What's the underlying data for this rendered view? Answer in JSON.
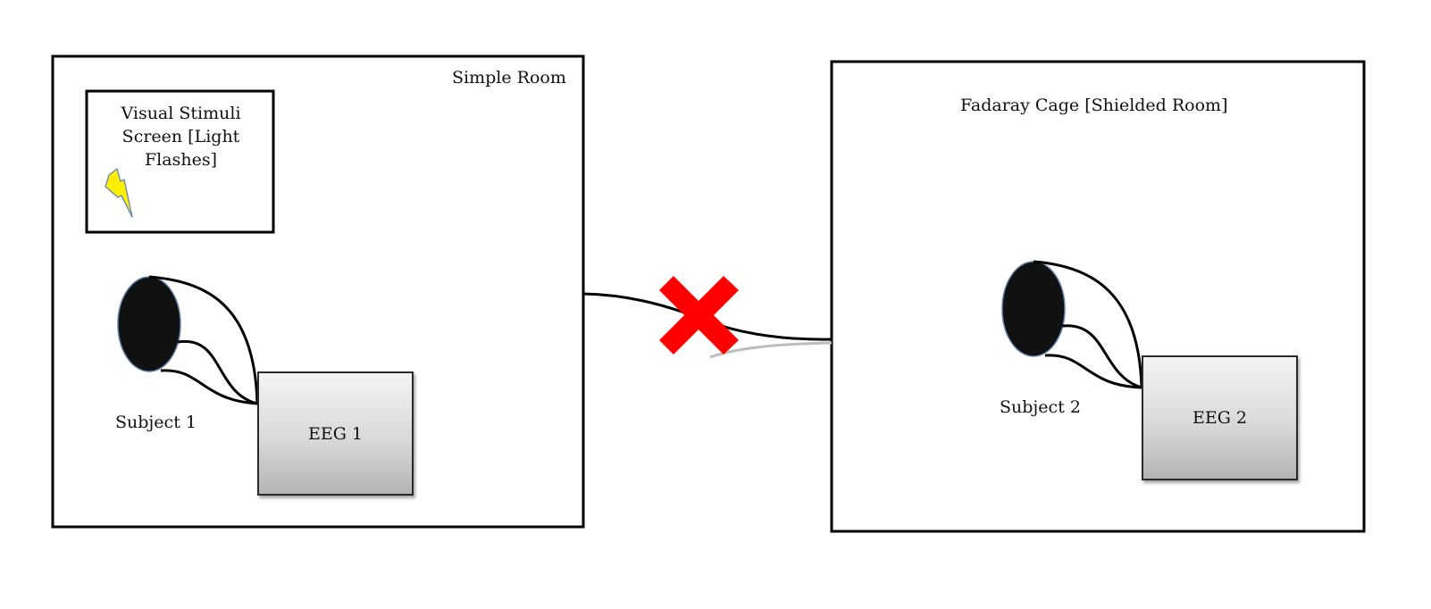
{
  "rooms": {
    "left": {
      "title": "Simple Room"
    },
    "right": {
      "title": "Fadaray Cage  [Shielded Room]"
    }
  },
  "stimulus": {
    "lines": [
      "Visual Stimuli",
      "Screen [Light",
      "Flashes]"
    ]
  },
  "subjects": {
    "one": "Subject 1",
    "two": "Subject 2"
  },
  "devices": {
    "eeg1": "EEG 1",
    "eeg2": "EEG 2"
  },
  "icons": {
    "lightning": "lightning-bolt-icon",
    "blocked": "red-x-icon"
  },
  "colors": {
    "outline": "#000000",
    "head": "#111111",
    "cross": "#ff0000",
    "bolt": "#ffee00"
  }
}
